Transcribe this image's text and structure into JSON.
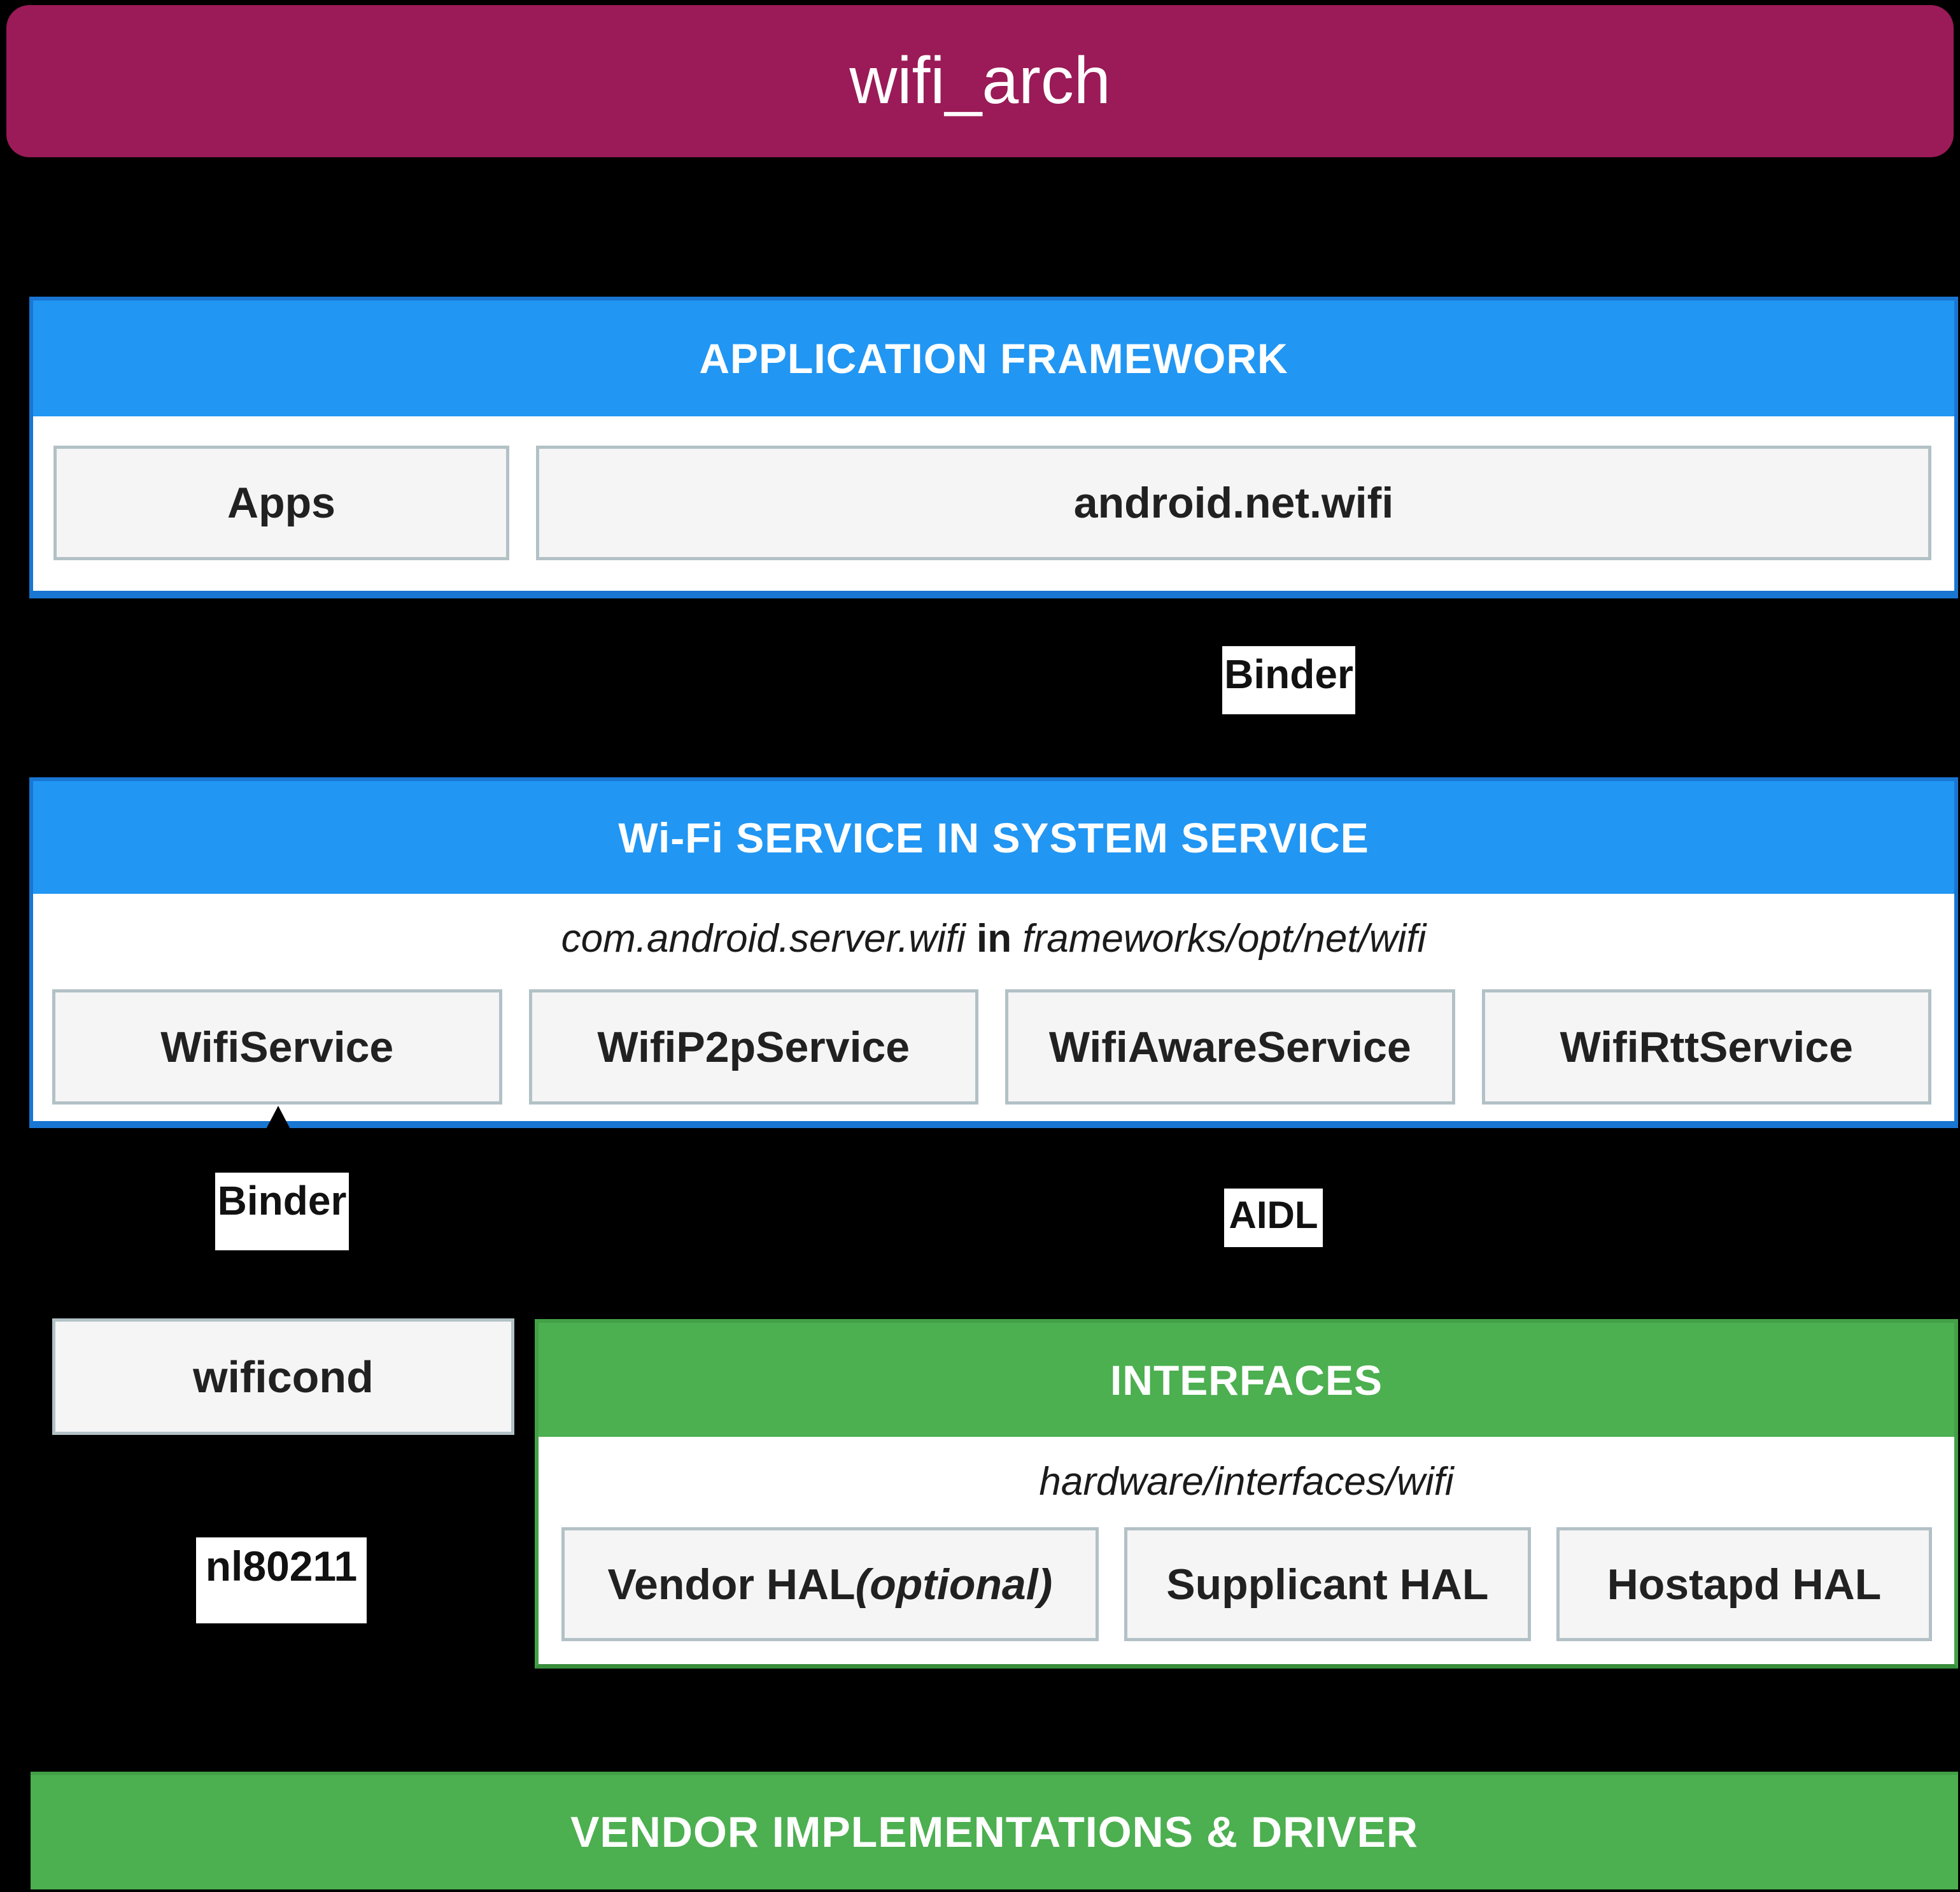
{
  "title": "wifi_arch",
  "colors": {
    "title_bg": "#9A1B57",
    "section_blue": "#2196F3",
    "section_blue_border": "#1976D2",
    "section_green": "#4CAF50",
    "section_green_border": "#43A047",
    "section_green_border_dark": "#388E3C",
    "box_bg": "#F5F5F5",
    "box_border": "#B3C1C6",
    "background": "#000000",
    "text_dark": "#212121"
  },
  "app_framework": {
    "header": "APPLICATION FRAMEWORK",
    "boxes": [
      "Apps",
      "android.net.wifi"
    ]
  },
  "binder_top": {
    "label": "Binder"
  },
  "wifi_service": {
    "header": "Wi-Fi SERVICE IN SYSTEM SERVICE",
    "path_prefix": "com.android.server.wifi",
    "path_conj": " in ",
    "path_suffix": "frameworks/opt/net/wifi",
    "boxes": [
      "WifiService",
      "WifiP2pService",
      "WifiAwareService",
      "WifiRttService"
    ]
  },
  "binder_left": {
    "label": "Binder"
  },
  "aidl": {
    "label": "AIDL"
  },
  "wificond": {
    "label": "wificond"
  },
  "nl80211": {
    "label": "nl80211"
  },
  "interfaces": {
    "header": "INTERFACES",
    "path": "hardware/interfaces/wifi",
    "vendor_hal_main": "Vendor HAL ",
    "vendor_hal_note": "(optional)",
    "boxes": [
      "Supplicant HAL",
      "Hostapd HAL"
    ]
  },
  "vendor_bar": {
    "header": "VENDOR IMPLEMENTATIONS & DRIVER"
  }
}
